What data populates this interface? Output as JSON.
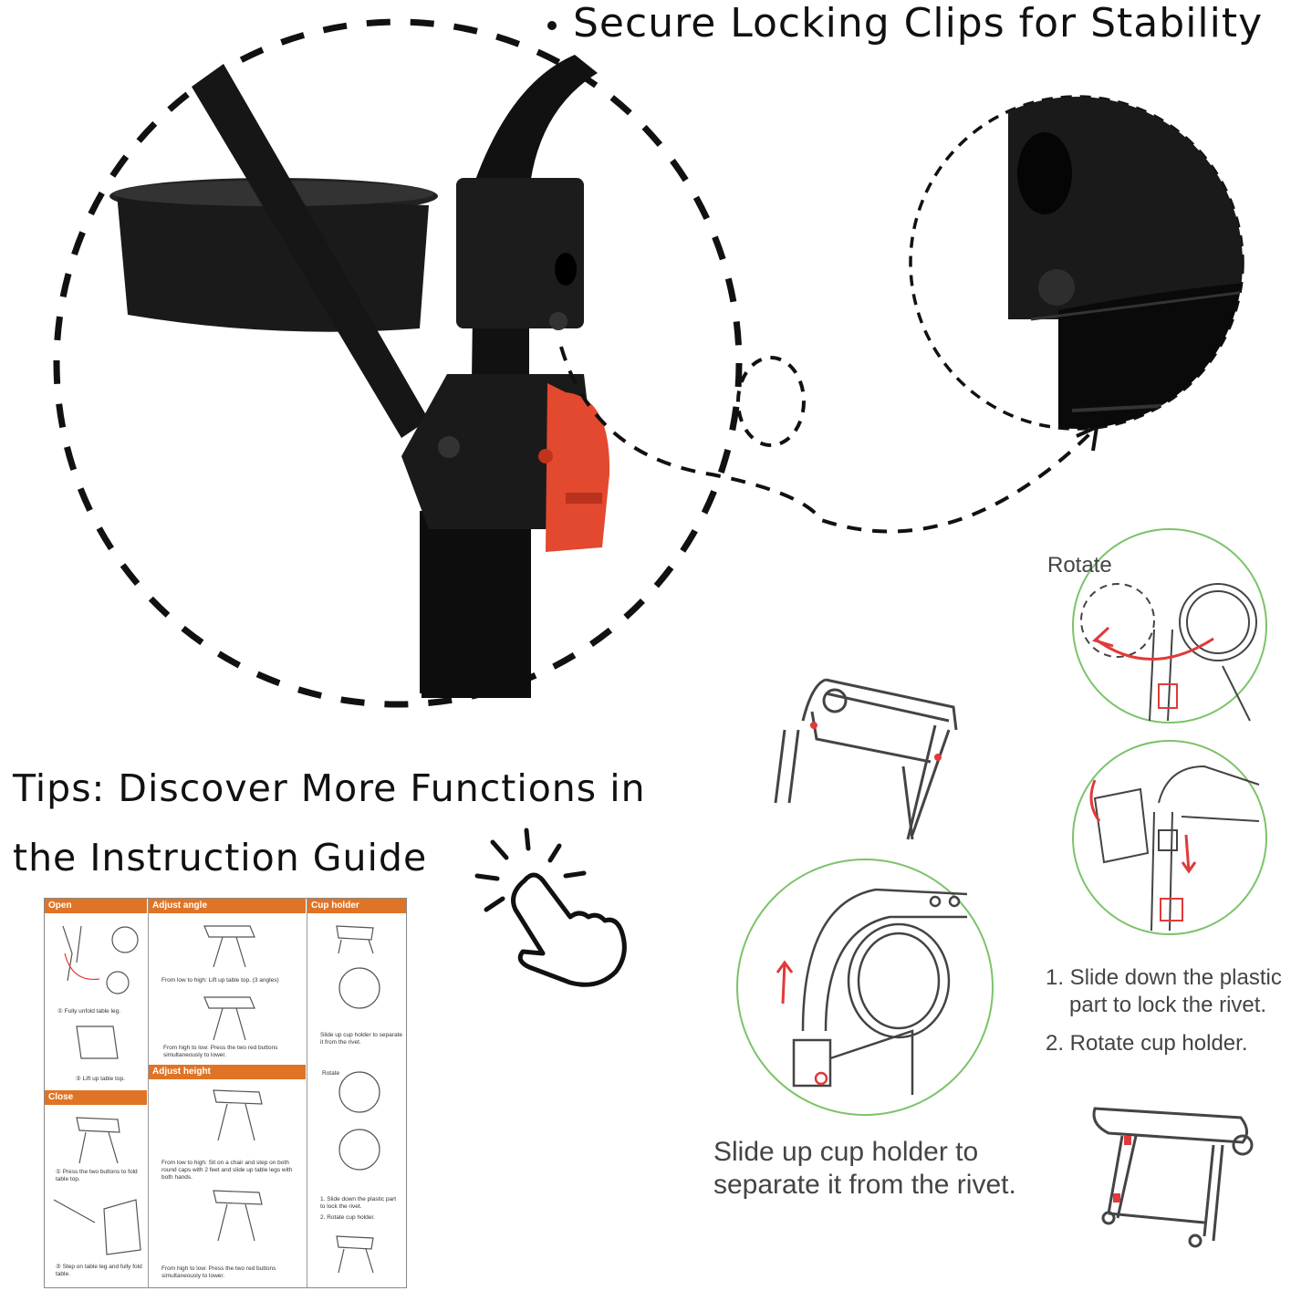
{
  "headline": "Secure Locking Clips for Stability",
  "tips": {
    "line1": "Tips: Discover More Functions in",
    "line2": "the Instruction Guide"
  },
  "diagram": {
    "rotate_label": "Rotate",
    "step1_line1": "1. Slide down the plastic",
    "step1_line2": "part to lock the rivet.",
    "step2": "2. Rotate cup holder.",
    "slide_line1": "Slide up cup holder to",
    "slide_line2": "separate it from the rivet."
  },
  "guide": {
    "headers": {
      "open": "Open",
      "adjust_angle": "Adjust angle",
      "cup_holder": "Cup holder",
      "adjust_height": "Adjust height",
      "close": "Close"
    },
    "captions": {
      "unfold": "① Fully unfold table leg.",
      "lift": "② Lift up table top.",
      "angle_up": "From low to high: Lift up table top. (3 angles)",
      "angle_down": "From high to low: Press the two red buttons simultaneously to lower.",
      "cup_slide": "Slide up cup holder to separate it from the rivet.",
      "cup_rotate": "Rotate",
      "cup_step1": "1. Slide down the plastic part to lock the rivet.",
      "cup_step2": "2. Rotate cup holder.",
      "height_up": "From low to high: Sit on a chair and step on both round caps with 2 feet and slide up table legs with both hands.",
      "height_down": "From high to low: Press the two red buttons simultaneously to lower.",
      "close_press": "① Press the two buttons to fold table top.",
      "close_step": "② Step on table leg and fully fold table."
    }
  },
  "colors": {
    "accent_orange": "#e07426",
    "clip_red": "#e2492f",
    "circle_green": "#7cc36a",
    "arrow_red": "#e03a3a"
  },
  "icons": [
    "tap-hand-icon",
    "curved-arrow-icon"
  ]
}
